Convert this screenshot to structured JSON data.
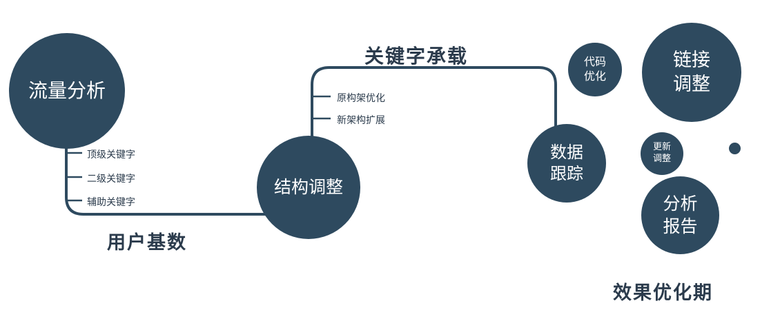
{
  "colors": {
    "circle_fill": "#2e4a5f",
    "label_text": "#2b3b4c",
    "circle_text": "#ffffff",
    "background": "#ffffff"
  },
  "nodes": {
    "traffic": {
      "label": "流量分析"
    },
    "structure": {
      "label": "结构调整"
    },
    "data_tracking": {
      "line1": "数据",
      "line2": "跟踪"
    },
    "code_optimization": {
      "line1": "代码",
      "line2": "优化"
    },
    "link_adjustment": {
      "line1": "链接",
      "line2": "调整"
    },
    "update_adjustment": {
      "line1": "更新",
      "line2": "调整"
    },
    "analysis_report": {
      "line1": "分析",
      "line2": "报告"
    }
  },
  "edges": {
    "user_base": "用户基数",
    "keyword_carry": "关键字承载"
  },
  "branches": {
    "traffic": [
      "顶级关键字",
      "二级关键字",
      "辅助关键字"
    ],
    "structure": [
      "原构架优化",
      "新架构扩展"
    ]
  },
  "footer": "效果优化期"
}
